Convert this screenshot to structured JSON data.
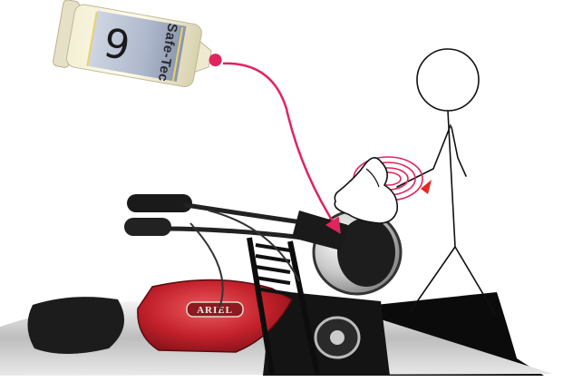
{
  "step": {
    "number": "9"
  },
  "bottle": {
    "label": "Safe-Tec"
  },
  "motorcycle": {
    "tank_badge": "ARIEL"
  },
  "colors": {
    "accent_line": "#e0245e",
    "rotation_rings": "#e0245e",
    "rotation_arrow": "#e8271f",
    "tank_red": "#c3212b",
    "chrome": "#d9d9d9"
  },
  "icons": [
    "lubricant-bottle-icon",
    "stick-figure-icon",
    "polishing-cloth-icon",
    "rotation-arrow-icon"
  ]
}
